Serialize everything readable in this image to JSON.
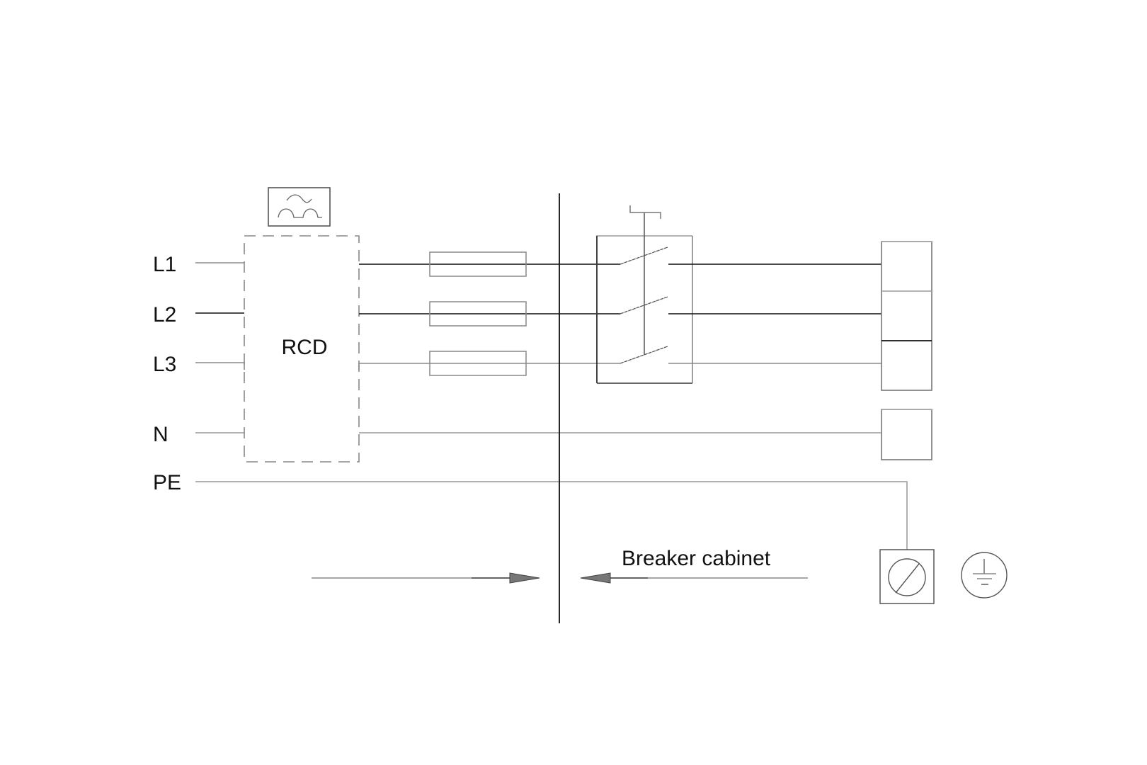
{
  "diagram": {
    "conductors": [
      {
        "id": "l1",
        "label": "L1"
      },
      {
        "id": "l2",
        "label": "L2"
      },
      {
        "id": "l3",
        "label": "L3"
      },
      {
        "id": "n",
        "label": "N"
      },
      {
        "id": "pe",
        "label": "PE"
      }
    ],
    "rcd": {
      "label": "RCD"
    },
    "cabinet_label": "Breaker cabinet",
    "icons": {
      "filter": "ac-pulse-sensitivity-icon",
      "earth": "protective-earth-icon",
      "terminal": "earth-terminal-icon"
    },
    "colors": {
      "line_dark": "#111111",
      "line_gray": "#8a8a8a",
      "background": "#ffffff"
    }
  }
}
